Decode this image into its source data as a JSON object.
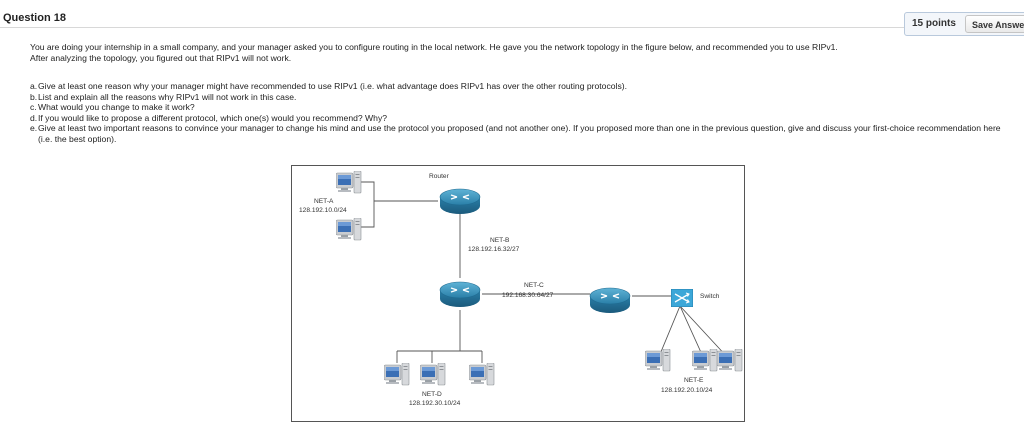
{
  "question": {
    "title": "Question 18",
    "points": "15 points",
    "save_label": "Save Answer"
  },
  "intro": [
    "You are doing your internship in a small company, and your manager asked you to configure routing in the local network. He gave you the network topology in the figure below, and recommended you to use RIPv1.",
    "After analyzing the topology, you figured out that RIPv1 will not work."
  ],
  "items": [
    {
      "letter": "a.",
      "text": "Give at least one reason why your manager might have recommended to use RIPv1 (i.e. what advantage does RIPv1 has over the other routing protocols)."
    },
    {
      "letter": "b.",
      "text": "List and explain all the reasons why RIPv1 will not work in this case."
    },
    {
      "letter": "c.",
      "text": "What would you change to make it work?"
    },
    {
      "letter": "d.",
      "text": "If you would like to propose a different protocol, which one(s) would you recommend? Why?"
    },
    {
      "letter": "e.",
      "text": "Give at least two important reasons to convince your manager to change his mind and use the protocol you proposed (and not another one). If you proposed more than one in the previous question, give and discuss your first-choice recommendation here (i.e. the best option)."
    }
  ],
  "diagram": {
    "router_label": "Router",
    "switch_label": "Switch",
    "net_a": {
      "name": "NET-A",
      "addr": "128.192.10.0/24"
    },
    "net_b": {
      "name": "NET-B",
      "addr": "128.192.16.32/27"
    },
    "net_c": {
      "name": "NET-C",
      "addr": "192.168.30.64/27"
    },
    "net_d": {
      "name": "NET-D",
      "addr": "128.192.30.10/24"
    },
    "net_e": {
      "name": "NET-E",
      "addr": "128.192.20.10/24"
    },
    "colors": {
      "router": "#2a7fa8",
      "switch": "#3ca7d8",
      "monitor_screen": "#3b6fb5",
      "tower": "#d7d9dc"
    }
  }
}
